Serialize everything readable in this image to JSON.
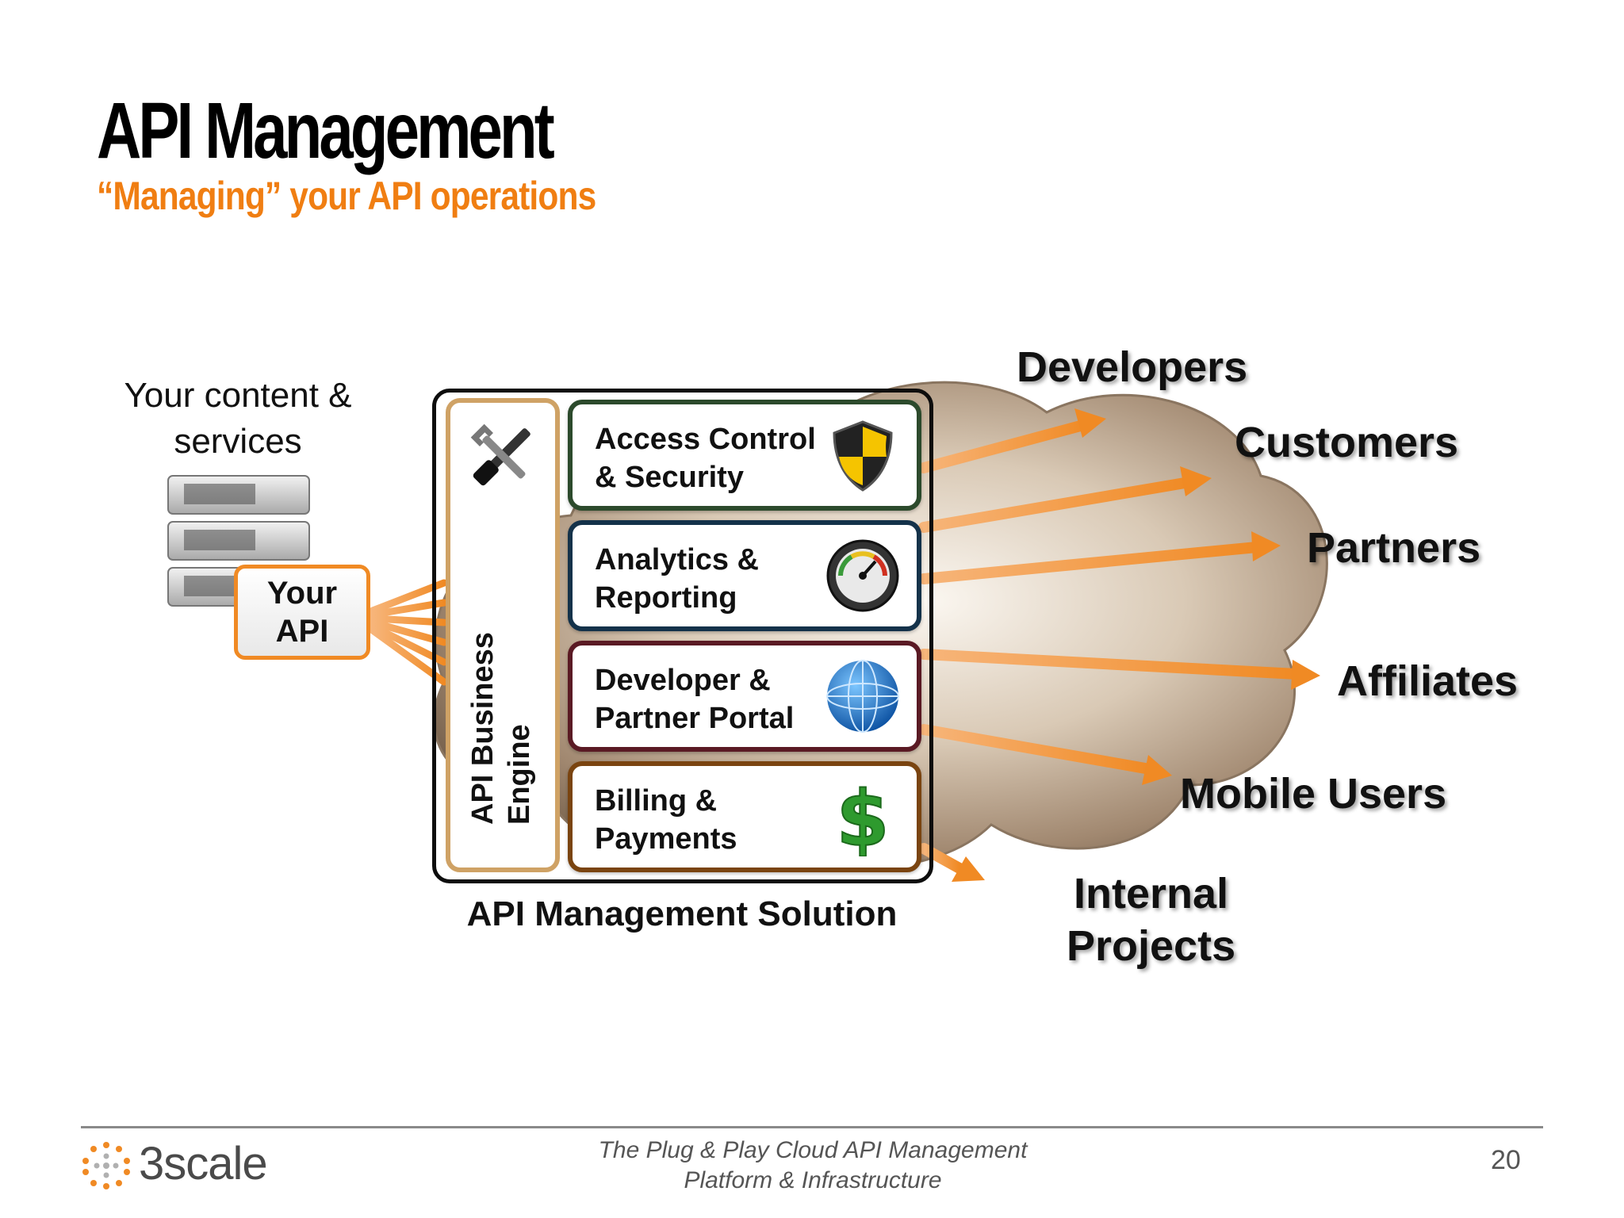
{
  "slide": {
    "title": "API Management",
    "subtitle": "“Managing” your API operations"
  },
  "diagram": {
    "source_label": "Your content & services",
    "your_api": "Your\nAPI",
    "engine": "API Business\nEngine",
    "modules": [
      {
        "label": "Access Control\n& Security",
        "icon": "shield-icon",
        "border": "#2c4a2c"
      },
      {
        "label": "Analytics &\nReporting",
        "icon": "gauge-icon",
        "border": "#14324a"
      },
      {
        "label": "Developer &\nPartner Portal",
        "icon": "globe-icon",
        "border": "#5a1a24"
      },
      {
        "label": "Billing &\nPayments",
        "icon": "dollar-icon",
        "border": "#7a4410"
      }
    ],
    "solution_label": "API Management Solution",
    "audiences": [
      "Developers",
      "Customers",
      "Partners",
      "Affiliates",
      "Mobile Users",
      "Internal\nProjects"
    ]
  },
  "footer": {
    "logo": "3scale",
    "tagline": "The Plug & Play Cloud API Management\nPlatform & Infrastructure",
    "page": "20"
  },
  "colors": {
    "accent_orange": "#f07e12",
    "arrow_orange": "#f4a25a",
    "cloud": "#a08a74"
  }
}
